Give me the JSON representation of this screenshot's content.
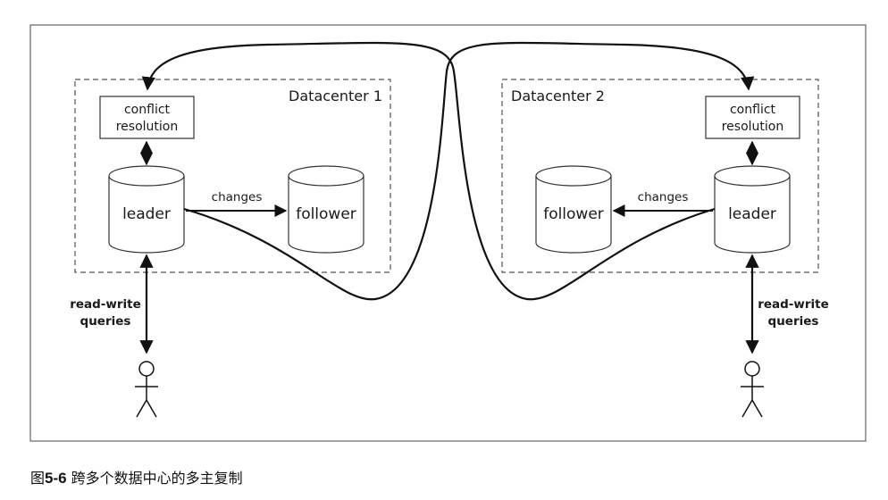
{
  "datacenter1": {
    "title": "Datacenter 1",
    "conflict_line1": "conflict",
    "conflict_line2": "resolution",
    "leader": "leader",
    "follower": "follower",
    "changes": "changes",
    "queries_line1": "read-write",
    "queries_line2": "queries"
  },
  "datacenter2": {
    "title": "Datacenter 2",
    "conflict_line1": "conflict",
    "conflict_line2": "resolution",
    "leader": "leader",
    "follower": "follower",
    "changes": "changes",
    "queries_line1": "read-write",
    "queries_line2": "queries"
  },
  "caption": {
    "prefix": "图",
    "number": "5-6",
    "text": " 跨多个数据中心的多主复制"
  }
}
